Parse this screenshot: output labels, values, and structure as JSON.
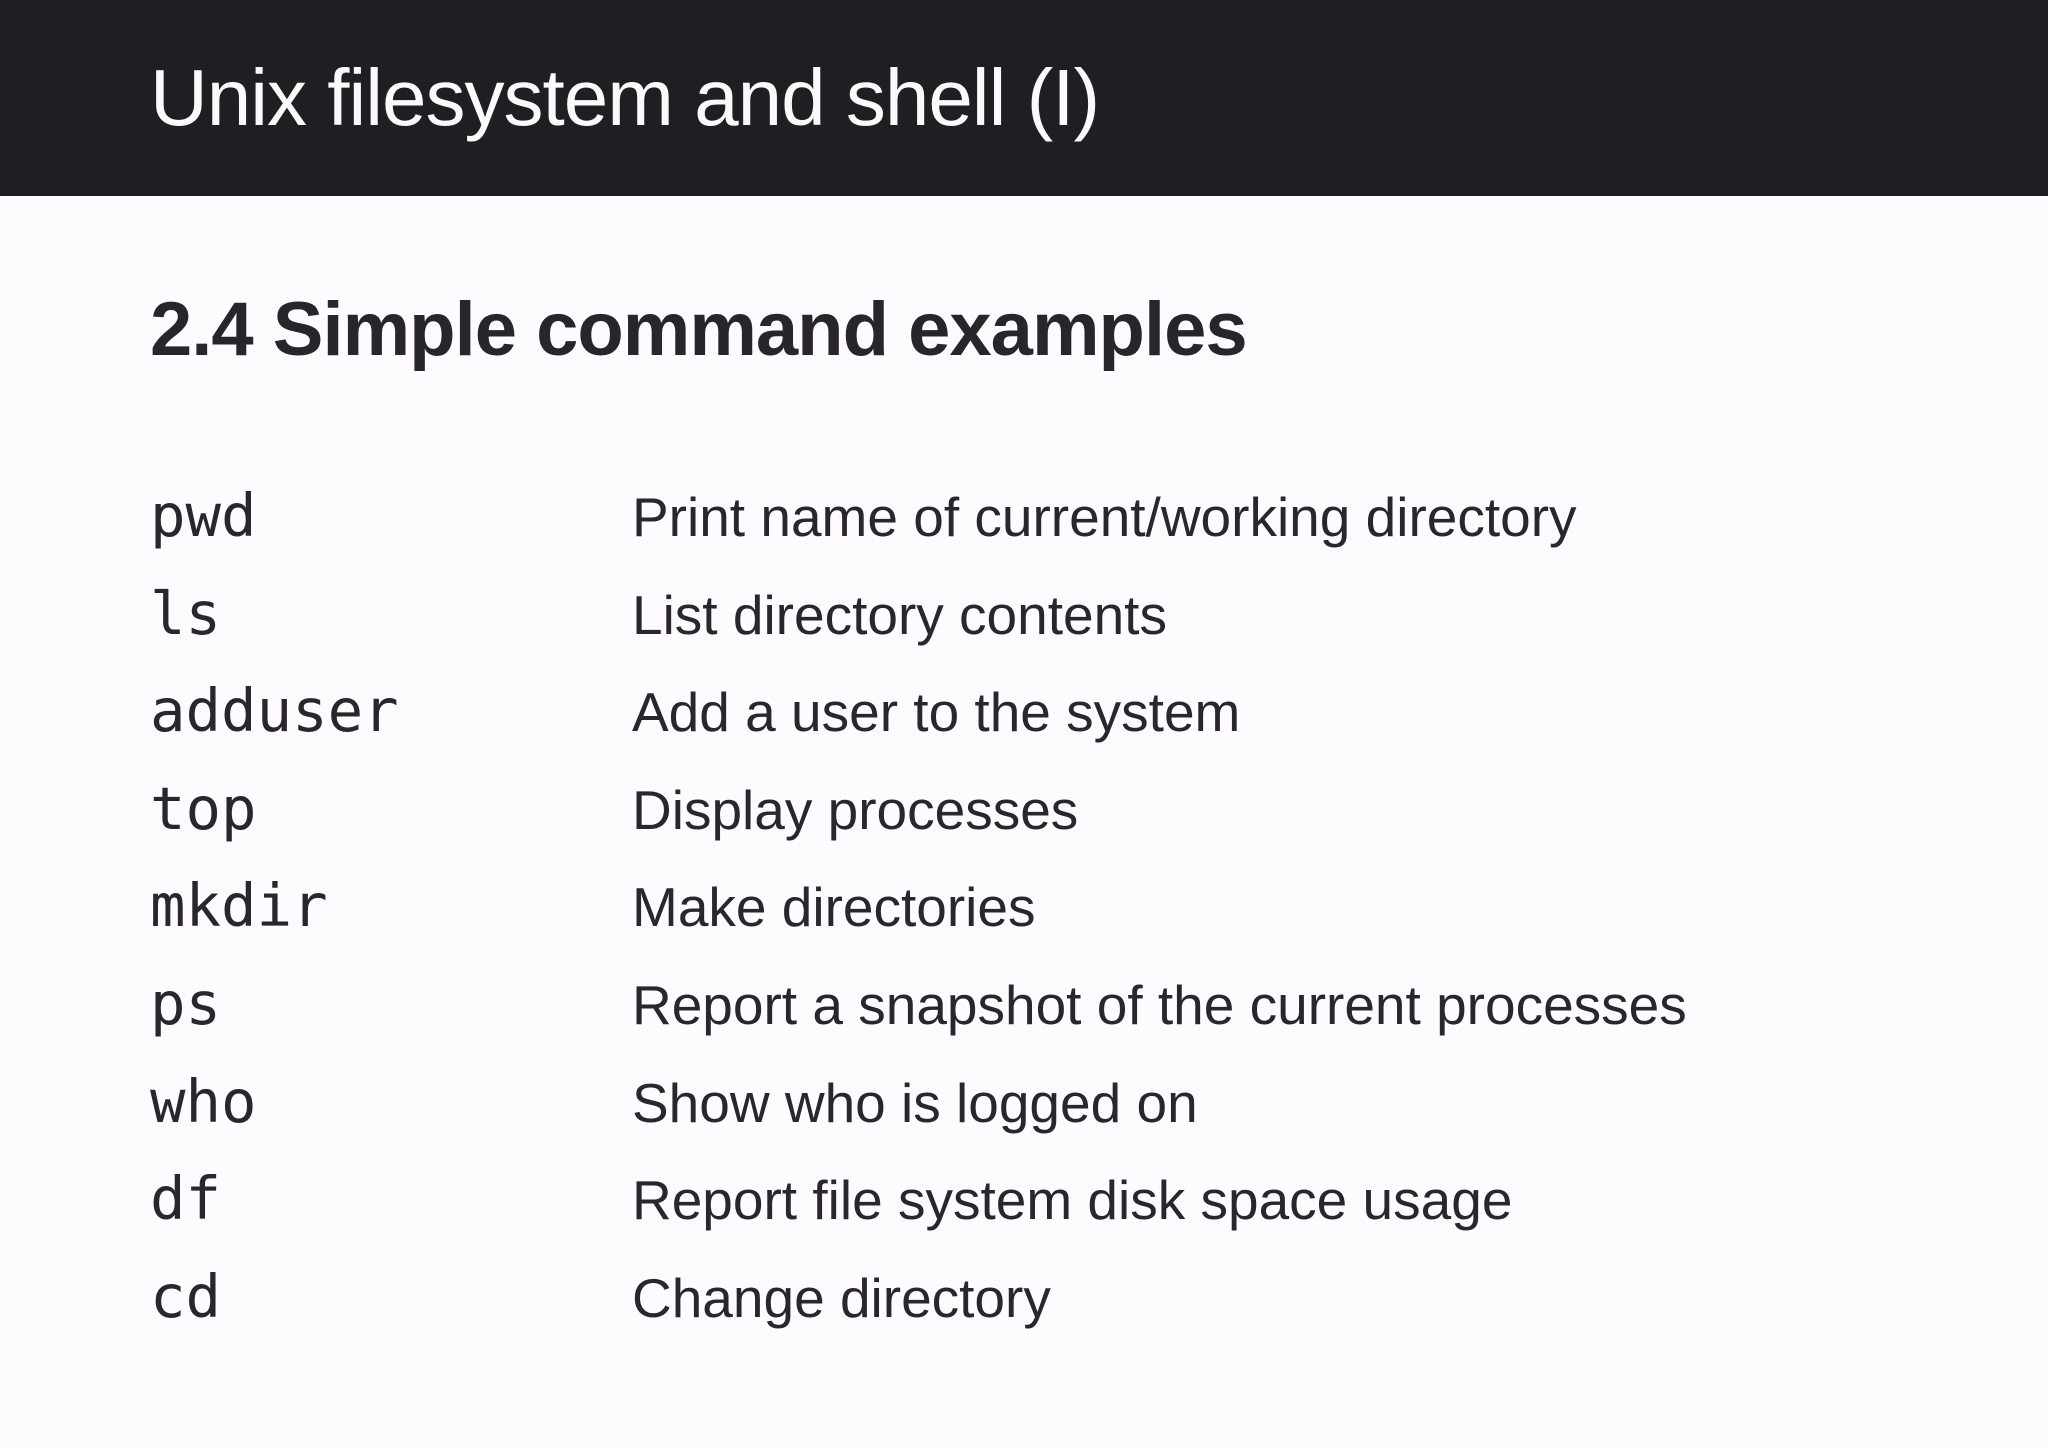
{
  "header": {
    "title": "Unix filesystem and shell (I)",
    "background_color": "#211e23",
    "text_color": "#fafafa"
  },
  "section": {
    "heading": "2.4 Simple command examples"
  },
  "commands": [
    {
      "command": "pwd",
      "description": "Print name of current/working directory"
    },
    {
      "command": "ls",
      "description": "List directory contents"
    },
    {
      "command": "adduser",
      "description": "Add a user to the system"
    },
    {
      "command": "top",
      "description": "Display processes"
    },
    {
      "command": "mkdir",
      "description": "Make directories"
    },
    {
      "command": "ps",
      "description": "Report a snapshot of the current processes"
    },
    {
      "command": "who",
      "description": "Show who is logged on"
    },
    {
      "command": "df",
      "description": "Report file system disk space usage"
    },
    {
      "command": "cd",
      "description": "Change directory"
    }
  ],
  "colors": {
    "slide_background": "#fdfbfd",
    "body_text": "#2a272c"
  }
}
